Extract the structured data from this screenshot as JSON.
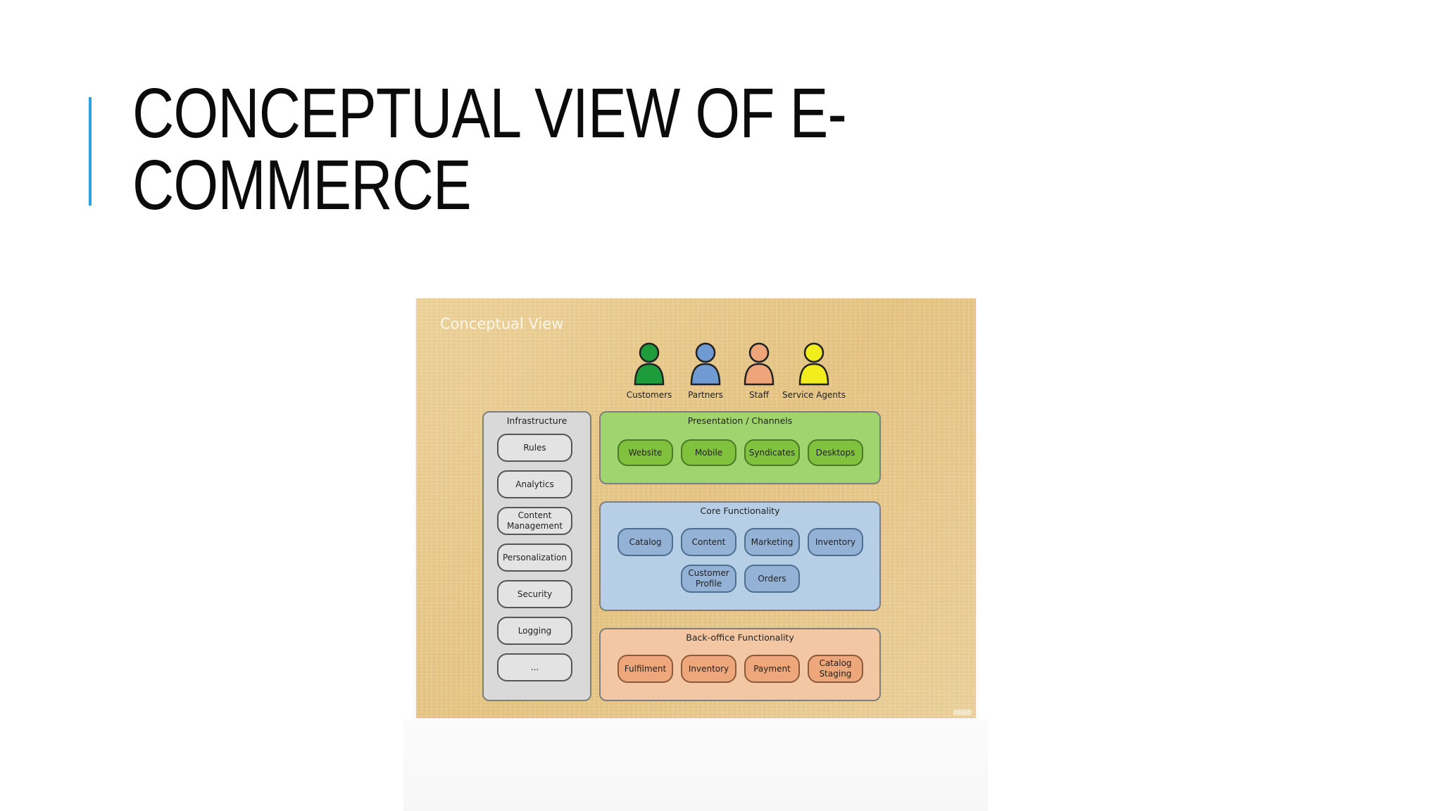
{
  "slide": {
    "title_line1": "CONCEPTUAL VIEW OF E-",
    "title_line2": "COMMERCE",
    "accent_color": "#29a3d9"
  },
  "diagram": {
    "title": "Conceptual View",
    "personas": [
      {
        "label": "Customers",
        "color": "#1e9b3a"
      },
      {
        "label": "Partners",
        "color": "#6f9bd2"
      },
      {
        "label": "Staff",
        "color": "#efa57a"
      },
      {
        "label": "Service Agents",
        "color": "#f2ee1d"
      }
    ],
    "infrastructure": {
      "title": "Infrastructure",
      "items": [
        "Rules",
        "Analytics",
        "Content Management",
        "Personalization",
        "Security",
        "Logging",
        "..."
      ]
    },
    "presentation": {
      "title": "Presentation / Channels",
      "items": [
        "Website",
        "Mobile",
        "Syndicates",
        "Desktops"
      ]
    },
    "core": {
      "title": "Core Functionality",
      "items": [
        "Catalog",
        "Content",
        "Marketing",
        "Inventory",
        "Customer Profile",
        "Orders"
      ]
    },
    "backoffice": {
      "title": "Back-office Functionality",
      "items": [
        "Fulfilment",
        "Inventory",
        "Payment",
        "Catalog Staging"
      ]
    }
  }
}
